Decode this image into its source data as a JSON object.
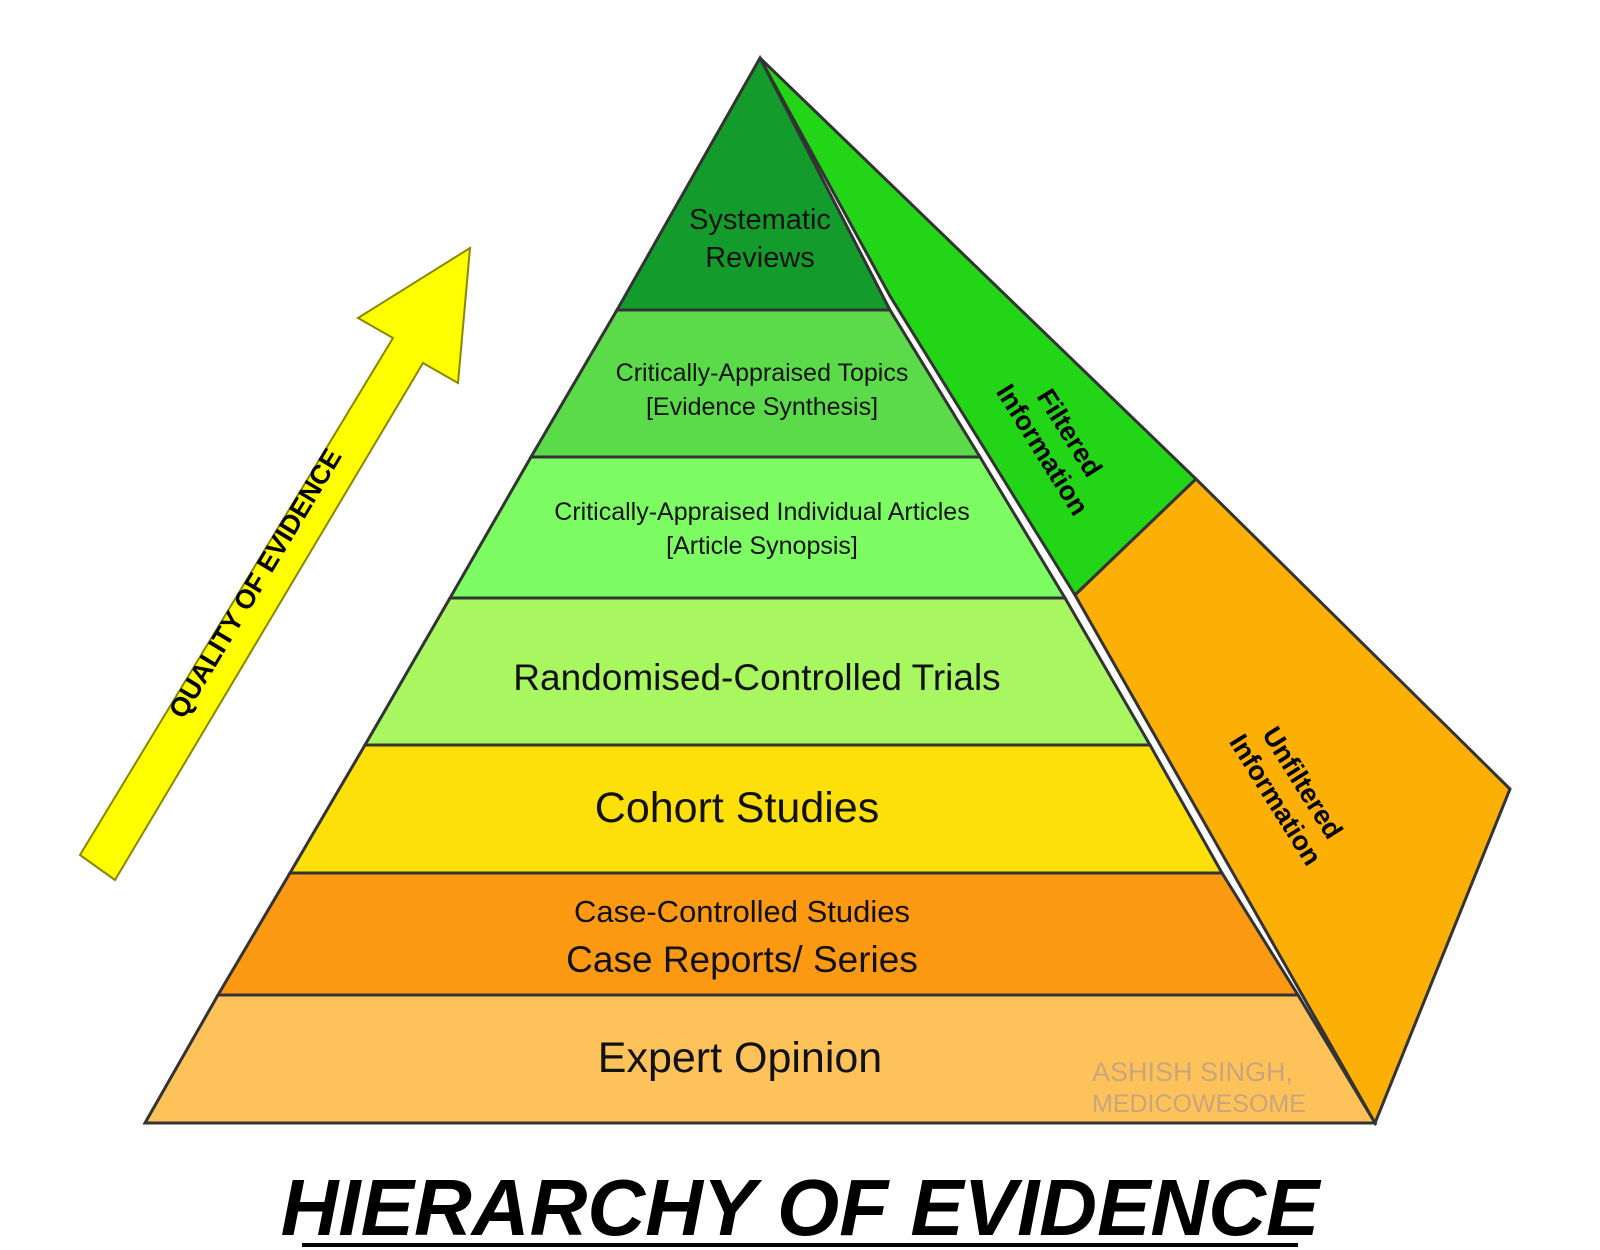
{
  "diagram": {
    "title": "HIERARCHY OF EVIDENCE",
    "arrow_label": "QUALITY OF EVIDENCE",
    "levels": [
      {
        "lines": [
          "Systematic",
          "Reviews"
        ],
        "color": "#139b2c"
      },
      {
        "lines": [
          "Critically-Appraised Topics",
          "[Evidence Synthesis]"
        ],
        "color": "#5bdb4a"
      },
      {
        "lines": [
          "Critically-Appraised Individual Articles",
          "[Article Synopsis]"
        ],
        "color": "#7cfb62"
      },
      {
        "lines": [
          "Randomised-Controlled Trials"
        ],
        "color": "#a9f760"
      },
      {
        "lines": [
          "Cohort Studies"
        ],
        "color": "#fde00a"
      },
      {
        "lines": [
          "Case-Controlled Studies",
          "Case Reports/ Series"
        ],
        "color": "#fb9a12"
      },
      {
        "lines": [
          "Expert Opinion"
        ],
        "color": "#fdc35a"
      }
    ],
    "side_filtered": {
      "lines": [
        "Filtered",
        "Information"
      ],
      "color": "#22d617"
    },
    "side_unfiltered": {
      "lines": [
        "Unfiltered",
        "Information"
      ],
      "color": "#fcaf05"
    },
    "watermark": [
      "ASHISH SINGH,",
      "MEDICOWESOME"
    ],
    "colors": {
      "outline": "#333333",
      "arrow": "#fefe00"
    }
  }
}
